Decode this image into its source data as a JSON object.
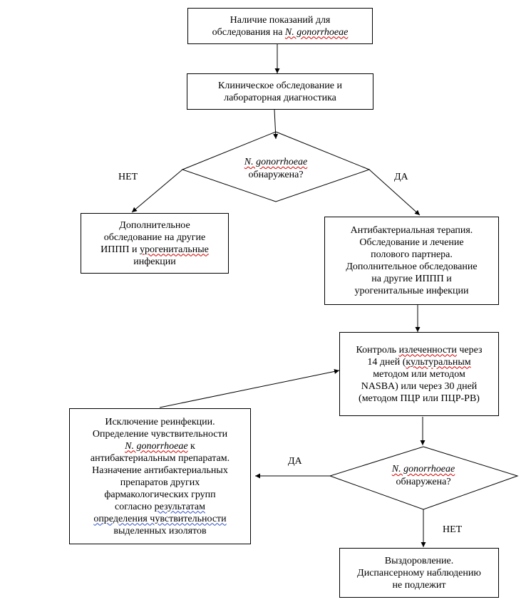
{
  "nodes": {
    "start": {
      "lines": [
        [
          {
            "t": "Наличие показаний для"
          }
        ],
        [
          {
            "t": "обследования на "
          },
          {
            "t": "N. gonorrhoeae",
            "i": true,
            "sq": true
          }
        ]
      ]
    },
    "clinical": {
      "lines": [
        [
          {
            "t": "Клиническое обследование и"
          }
        ],
        [
          {
            "t": "лабораторная диагностика"
          }
        ]
      ]
    },
    "decision1": {
      "lines": [
        [
          {
            "t": "N. gonorrhoeae",
            "i": true,
            "sq": true
          }
        ],
        [
          {
            "t": "обнаружена?"
          }
        ]
      ]
    },
    "additional": {
      "lines": [
        [
          {
            "t": "Дополнительное"
          }
        ],
        [
          {
            "t": "обследование на другие"
          }
        ],
        [
          {
            "t": "ИППП и "
          },
          {
            "t": "урогенитальные",
            "sq": true
          }
        ],
        [
          {
            "t": "инфекции"
          }
        ]
      ]
    },
    "therapy": {
      "lines": [
        [
          {
            "t": "Антибактериальная терапия."
          }
        ],
        [
          {
            "t": "Обследование и лечение"
          }
        ],
        [
          {
            "t": "полового партнера."
          }
        ],
        [
          {
            "t": "Дополнительное обследование"
          }
        ],
        [
          {
            "t": "на другие ИППП и"
          }
        ],
        [
          {
            "t": "урогенитальные инфекции"
          }
        ]
      ]
    },
    "control": {
      "lines": [
        [
          {
            "t": "Контроль "
          },
          {
            "t": "излеченности",
            "sq": true
          },
          {
            "t": " через"
          }
        ],
        [
          {
            "t": "14 дней ("
          },
          {
            "t": "культуральным",
            "sq": true
          }
        ],
        [
          {
            "t": "методом или методом"
          }
        ],
        [
          {
            "t": "NASBA) или через 30 дней"
          }
        ],
        [
          {
            "t": "(методом ПЦР или ПЦР-РВ)"
          }
        ]
      ]
    },
    "exclusion": {
      "lines": [
        [
          {
            "t": "Исключение реинфекции."
          }
        ],
        [
          {
            "t": "Определение чувствительности"
          }
        ],
        [
          {
            "t": "N. gonorrhoeae",
            "i": true,
            "sq": true
          },
          {
            "t": " к"
          }
        ],
        [
          {
            "t": "антибактериальным препаратам."
          }
        ],
        [
          {
            "t": "Назначение антибактериальных"
          }
        ],
        [
          {
            "t": "препаратов других"
          }
        ],
        [
          {
            "t": "фармакологических групп"
          }
        ],
        [
          {
            "t": "согласно "
          },
          {
            "t": "результатам",
            "sqb": true
          }
        ],
        [
          {
            "t": "определения чувствительности",
            "sqb": true
          }
        ],
        [
          {
            "t": "выделенных изолятов"
          }
        ]
      ]
    },
    "decision2": {
      "lines": [
        [
          {
            "t": "N. gonorrhoeae",
            "i": true,
            "sq": true
          }
        ],
        [
          {
            "t": "обнаружена?"
          }
        ]
      ]
    },
    "recovery": {
      "lines": [
        [
          {
            "t": "Выздоровление."
          }
        ],
        [
          {
            "t": "Диспансерному наблюдению"
          }
        ],
        [
          {
            "t": "не подлежит"
          }
        ]
      ]
    }
  },
  "labels": {
    "no1": "НЕТ",
    "yes1": "ДА",
    "yes2": "ДА",
    "no2": "НЕТ"
  }
}
